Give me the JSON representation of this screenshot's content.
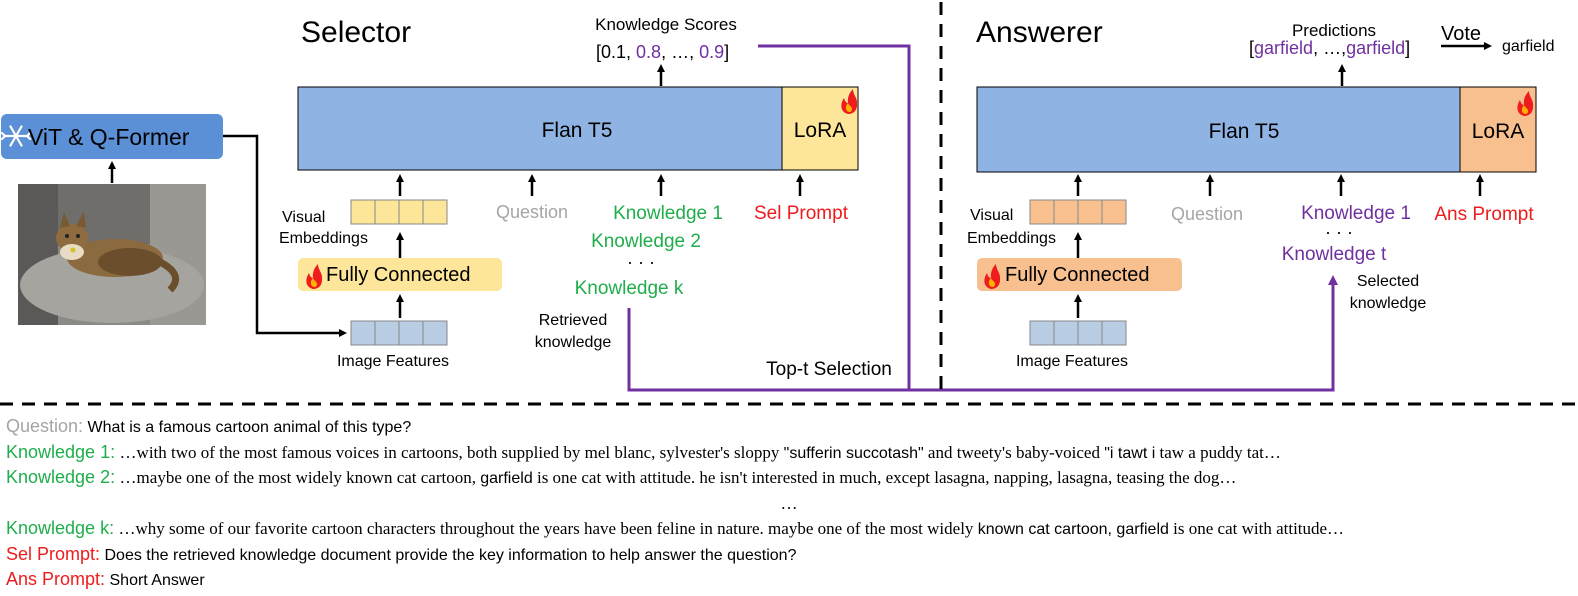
{
  "colors": {
    "blue_box": "#8fb3e3",
    "blue_vit": "#5b8fd6",
    "yellow": "#fde69a",
    "orange": "#f8c08f",
    "purple": "#7030a0",
    "green": "#1fae4b",
    "red": "#ee1c1c",
    "gray": "#a5a5a5",
    "feature_blue": "#b8cce4"
  },
  "selector": {
    "title": "Selector",
    "flan": "Flan T5",
    "lora": "LoRA",
    "scores_title": "Knowledge Scores",
    "scores_open": "[0.1, ",
    "scores_v2": "0.8",
    "scores_mid": ", …, ",
    "scores_v3": "0.9",
    "scores_close": "]",
    "visual_1": "Visual",
    "visual_2": "Embeddings",
    "question": "Question",
    "knowledge_1": "Knowledge 1",
    "knowledge_2": "Knowledge 2",
    "dots": "· · ·",
    "knowledge_k": "Knowledge k",
    "sel_prompt": "Sel Prompt",
    "fully_connected": "Fully Connected",
    "image_features": "Image Features",
    "retrieved_1": "Retrieved",
    "retrieved_2": "knowledge",
    "topt": "Top-t Selection"
  },
  "left": {
    "vit": "ViT & Q-Former"
  },
  "answerer": {
    "title": "Answerer",
    "flan": "Flan T5",
    "lora": "LoRA",
    "predictions": "Predictions",
    "pred_open": "[",
    "pred_a": "garfield",
    "pred_mid": ", …,",
    "pred_b": "garfield",
    "pred_close": "]",
    "vote": "Vote",
    "vote_result": "garfield",
    "visual_1": "Visual",
    "visual_2": "Embeddings",
    "question": "Question",
    "knowledge_1": "Knowledge 1",
    "dots": "· · ·",
    "knowledge_t": "Knowledge t",
    "ans_prompt": "Ans Prompt",
    "fully_connected": "Fully Connected",
    "image_features": "Image Features",
    "selected_1": "Selected",
    "selected_2": "knowledge"
  },
  "bottom": {
    "question_label": "Question:",
    "question_text": "What is a famous cartoon animal of this type?",
    "k1_label": "Knowledge 1:",
    "k1_text_a": "…with two of the most famous voices in cartoons, both supplied by mel blanc, sylvester's sloppy ",
    "k1_text_b": "\"sufferin succotash\"",
    "k1_text_c": " and tweety's baby-voiced ",
    "k1_text_d": "\"i tawt i",
    "k1_text_e": " taw a puddy tat…",
    "k2_label": "Knowledge 2:",
    "k2_text_a": "…maybe one of the most widely known cat cartoon, ",
    "k2_text_b": "garfield",
    "k2_text_c": " is one cat with attitude.  he isn't interested in much, except lasagna, napping, lasagna, teasing the dog…",
    "ellipsis": "…",
    "kk_label": "Knowledge k:",
    "kk_text_a": "…why some of our favorite cartoon characters throughout the years have been feline in nature.  maybe one of the most widely ",
    "kk_text_b": "known cat cartoon, garfield",
    "kk_text_c": " is one cat with attitude…",
    "sel_label": "Sel Prompt:",
    "sel_text": "Does the retrieved knowledge document provide the key information to help answer the question?",
    "ans_label": "Ans Prompt:",
    "ans_text": "Short Answer"
  }
}
